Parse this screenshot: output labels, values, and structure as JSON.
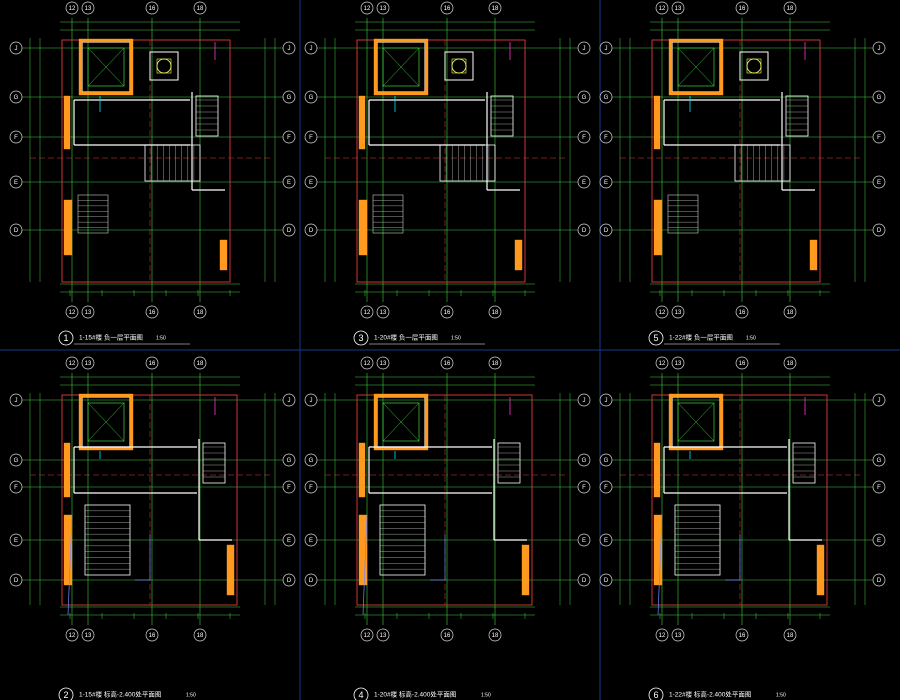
{
  "colors": {
    "background": "#000000",
    "axis": "#d9d9d9",
    "grid_dim": "#3fd23f",
    "wall_red": "#e23b3b",
    "wall_white": "#ffffff",
    "hatch": "#ff9a1f",
    "stair": "#cccccc",
    "text_white": "#ffffff",
    "text_yellow": "#ffff66",
    "cyan": "#00e5ff",
    "magenta": "#ff33cc",
    "blue": "#6f88ff",
    "separator": "#123a8c"
  },
  "grid": {
    "column_labels": [
      "12",
      "13",
      "16",
      "18"
    ],
    "row_labels": [
      "J",
      "G",
      "F",
      "E",
      "D"
    ]
  },
  "panels": [
    {
      "id": "1",
      "number": "1",
      "title": "1-15#楼 负一层平面图",
      "scale": "1:50",
      "variant": "basement"
    },
    {
      "id": "3",
      "number": "3",
      "title": "1-20#楼 负一层平面图",
      "scale": "1:50",
      "variant": "basement"
    },
    {
      "id": "5",
      "number": "5",
      "title": "1-22#楼 负一层平面图",
      "scale": "1:50",
      "variant": "basement"
    },
    {
      "id": "2",
      "number": "2",
      "title": "1-15#楼 标高-2.400处平面图",
      "scale": "1:50",
      "variant": "level"
    },
    {
      "id": "4",
      "number": "4",
      "title": "1-20#楼 标高-2.400处平面图",
      "scale": "1:50",
      "variant": "level"
    },
    {
      "id": "6",
      "number": "6",
      "title": "1-22#楼 标高-2.400处平面图",
      "scale": "1:50",
      "variant": "level"
    }
  ]
}
